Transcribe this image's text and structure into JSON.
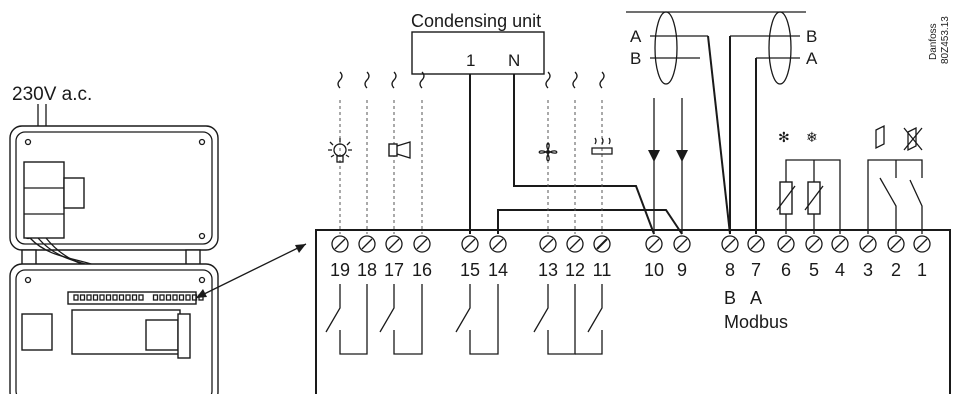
{
  "condensing_unit": {
    "title": "Condensing unit",
    "terminal_1": "1",
    "terminal_n": "N"
  },
  "supply": {
    "label": "230V a.c."
  },
  "brand": {
    "name": "Danfoss",
    "code": "80Z453.13"
  },
  "modbus": {
    "label": "Modbus",
    "terminal_b": "B",
    "terminal_a": "A"
  },
  "cable_left": {
    "top": "A",
    "bottom": "B"
  },
  "cable_right": {
    "top": "B",
    "bottom": "A"
  },
  "terminals": [
    "19",
    "18",
    "17",
    "16",
    "15",
    "14",
    "13",
    "12",
    "11",
    "10",
    "9",
    "8",
    "7",
    "6",
    "5",
    "4",
    "3",
    "2",
    "1"
  ],
  "icons": [
    "light-bulb",
    "alarm-horn",
    "fan",
    "defrost-heater",
    "down-arrow-input",
    "defrost-sensor",
    "evaporator-sensor",
    "door-switch",
    "door-closed-switch"
  ]
}
